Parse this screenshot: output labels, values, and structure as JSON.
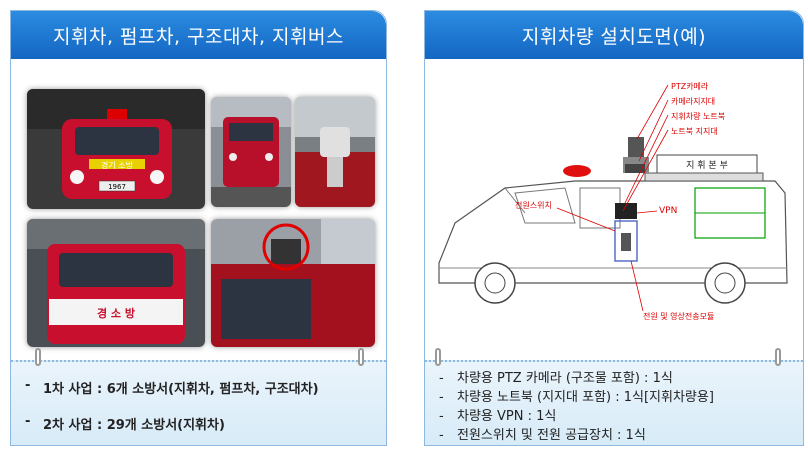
{
  "left": {
    "title": "지휘차, 펌프차, 구조대차, 지휘버스",
    "plate_text": "1967",
    "sign_top": "경기 소방",
    "sign_bottom": "경 소 방",
    "items": [
      "1차 사업 : 6개 소방서(지휘차, 펌프차, 구조대차)",
      "2차 사업 : 29개 소방서(지휘차)"
    ]
  },
  "right": {
    "title": "지휘차량 설치도면(예)",
    "callouts": {
      "ptz": "PTZ카메라",
      "camera_mount": "카메라지지대",
      "laptop": "지휘차량 노트북",
      "laptop_mount": "노트북 지지대",
      "roof_sign": "지 휘 본 부",
      "vpn": "VPN",
      "power_switch": "전원스위치",
      "power_video": "전원 및 영상전송모듈"
    },
    "items": [
      "차량용 PTZ 카메라 (구조물 포함) : 1식",
      "차량용 노트북 (지지대 포함) : 1식[지휘차량용]",
      "차량용 VPN : 1식",
      "전원스위치 및 전원 공급장치 : 1식"
    ]
  }
}
